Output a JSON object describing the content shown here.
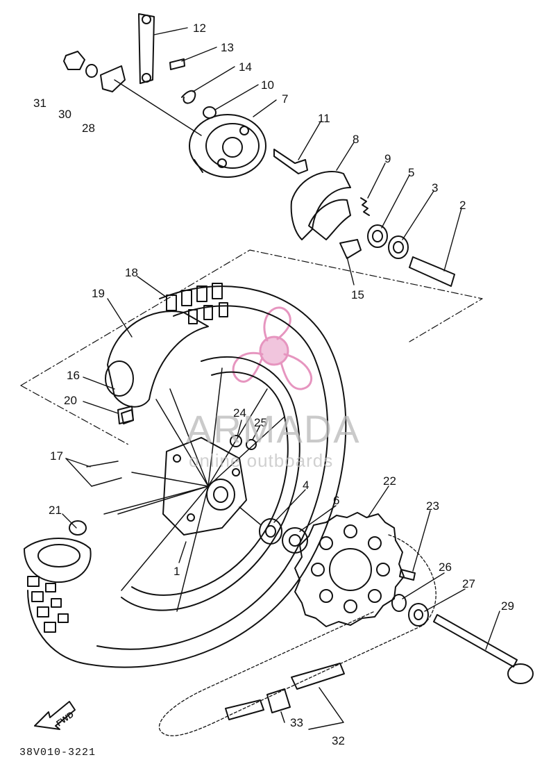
{
  "diagram_code": "38V010-3221",
  "direction_label": "FWD",
  "watermark": {
    "brand": "ARMADA",
    "tagline": "online outboards",
    "logo_color": "#e07bb0"
  },
  "parts": [
    {
      "id": "p1",
      "label": "1"
    },
    {
      "id": "p2",
      "label": "2"
    },
    {
      "id": "p3",
      "label": "3"
    },
    {
      "id": "p4",
      "label": "4"
    },
    {
      "id": "p5",
      "label": "5"
    },
    {
      "id": "p6",
      "label": "6"
    },
    {
      "id": "p7",
      "label": "7"
    },
    {
      "id": "p8",
      "label": "8"
    },
    {
      "id": "p9",
      "label": "9"
    },
    {
      "id": "p10",
      "label": "10"
    },
    {
      "id": "p11",
      "label": "11"
    },
    {
      "id": "p12",
      "label": "12"
    },
    {
      "id": "p13",
      "label": "13"
    },
    {
      "id": "p14",
      "label": "14"
    },
    {
      "id": "p15",
      "label": "15"
    },
    {
      "id": "p16",
      "label": "16"
    },
    {
      "id": "p17",
      "label": "17"
    },
    {
      "id": "p18",
      "label": "18"
    },
    {
      "id": "p19",
      "label": "19"
    },
    {
      "id": "p20",
      "label": "20"
    },
    {
      "id": "p21",
      "label": "21"
    },
    {
      "id": "p22",
      "label": "22"
    },
    {
      "id": "p23",
      "label": "23"
    },
    {
      "id": "p24",
      "label": "24"
    },
    {
      "id": "p25",
      "label": "25"
    },
    {
      "id": "p26",
      "label": "26"
    },
    {
      "id": "p27",
      "label": "27"
    },
    {
      "id": "p28",
      "label": "28"
    },
    {
      "id": "p29",
      "label": "29"
    },
    {
      "id": "p30",
      "label": "30"
    },
    {
      "id": "p31",
      "label": "31"
    },
    {
      "id": "p32",
      "label": "32"
    },
    {
      "id": "p33",
      "label": "33"
    }
  ]
}
